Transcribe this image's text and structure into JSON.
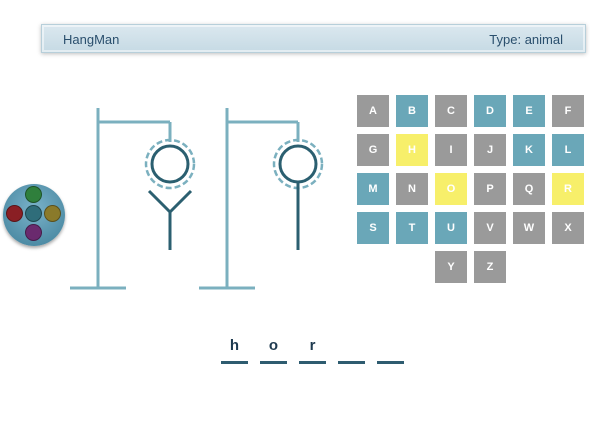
{
  "header": {
    "title": "HangMan",
    "type_label": "Type: animal"
  },
  "theme": {
    "pole": "#7bb0bf",
    "figure": "#2b5f70",
    "key_unused": "#9a9a9a",
    "key_correct": "#6aa7b8",
    "key_wrong": "#f7ef6a",
    "palette_colors": [
      "#2f7f3c",
      "#8a1f24",
      "#2f6d7a",
      "#8a7a2a",
      "#6a2a6e"
    ]
  },
  "keyboard": {
    "rows": [
      [
        {
          "l": "A",
          "s": "unused"
        },
        {
          "l": "B",
          "s": "correct"
        },
        {
          "l": "C",
          "s": "unused"
        },
        {
          "l": "D",
          "s": "correct"
        },
        {
          "l": "E",
          "s": "correct"
        },
        {
          "l": "F",
          "s": "unused"
        }
      ],
      [
        {
          "l": "G",
          "s": "unused"
        },
        {
          "l": "H",
          "s": "wrong"
        },
        {
          "l": "I",
          "s": "unused"
        },
        {
          "l": "J",
          "s": "unused"
        },
        {
          "l": "K",
          "s": "correct"
        },
        {
          "l": "L",
          "s": "correct"
        }
      ],
      [
        {
          "l": "M",
          "s": "correct"
        },
        {
          "l": "N",
          "s": "unused"
        },
        {
          "l": "O",
          "s": "wrong"
        },
        {
          "l": "P",
          "s": "unused"
        },
        {
          "l": "Q",
          "s": "unused"
        },
        {
          "l": "R",
          "s": "wrong"
        }
      ],
      [
        {
          "l": "S",
          "s": "correct"
        },
        {
          "l": "T",
          "s": "correct"
        },
        {
          "l": "U",
          "s": "correct"
        },
        {
          "l": "V",
          "s": "unused"
        },
        {
          "l": "W",
          "s": "unused"
        },
        {
          "l": "X",
          "s": "unused"
        }
      ],
      [
        {
          "l": "Y",
          "s": "unused"
        },
        {
          "l": "Z",
          "s": "unused"
        }
      ]
    ]
  },
  "word": {
    "letters": [
      "h",
      "o",
      "r",
      "",
      ""
    ]
  }
}
